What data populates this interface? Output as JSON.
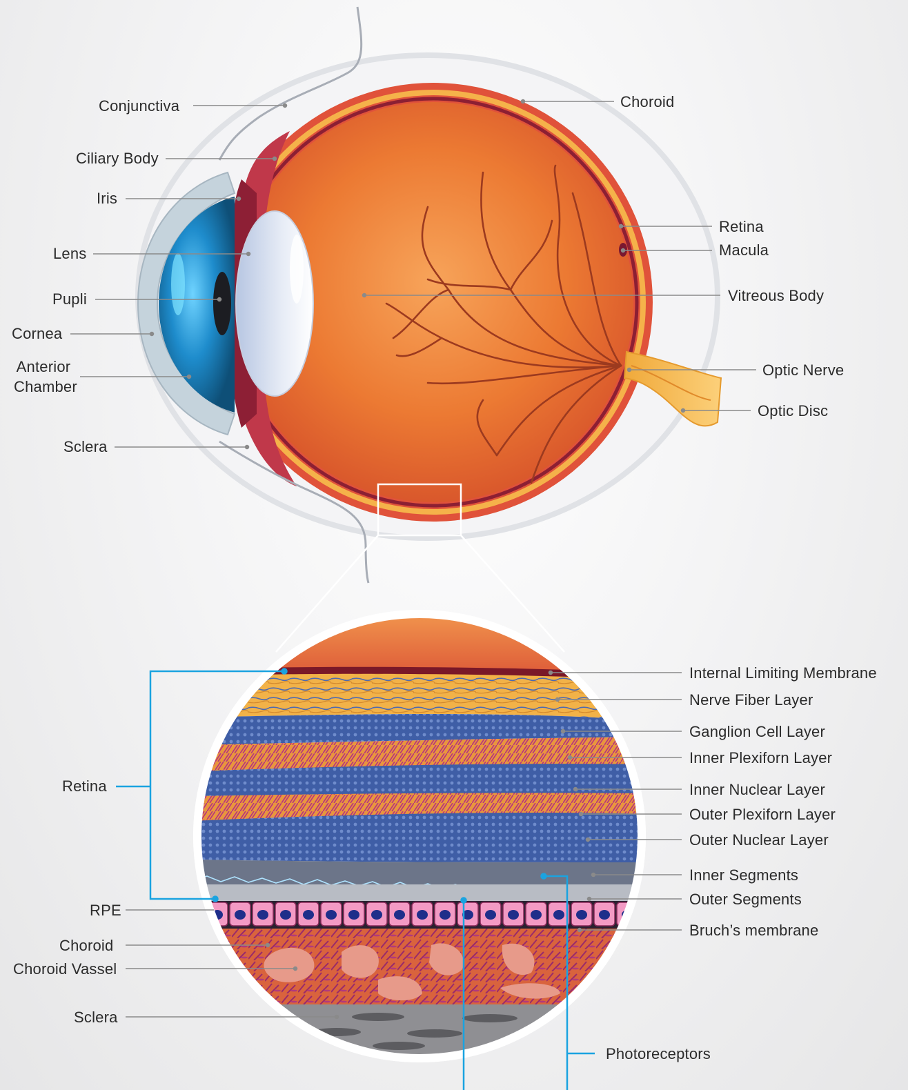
{
  "eye_labels": {
    "conjunctiva": "Conjunctiva",
    "ciliary_body": "Ciliary Body",
    "iris": "Iris",
    "lens": "Lens",
    "pupil": "Pupli",
    "cornea": "Cornea",
    "anterior_chamber_line1": "Anterior",
    "anterior_chamber_line2": "Chamber",
    "sclera": "Sclera",
    "choroid": "Choroid",
    "retina": "Retina",
    "macula": "Macula",
    "vitreous_body": "Vitreous Body",
    "optic_nerve": "Optic Nerve",
    "optic_disc": "Optic Disc"
  },
  "retina_labels": {
    "internal_limiting_membrane": "Internal Limiting Membrane",
    "nerve_fiber_layer": "Nerve Fiber Layer",
    "ganglion_cell_layer": "Ganglion Cell Layer",
    "inner_plexiform_layer": "Inner Plexiforn Layer",
    "inner_nuclear_layer": "Inner Nuclear Layer",
    "outer_plexiform_layer": "Outer Plexiforn Layer",
    "outer_nuclear_layer": "Outer Nuclear Layer",
    "inner_segments": "Inner Segments",
    "outer_segments": "Outer Segments",
    "bruchs_membrane": "Bruch’s membrane",
    "retina": "Retina",
    "rpe": "RPE",
    "choroid": "Choroid",
    "choroid_vessel": "Choroid Vassel",
    "sclera": "Sclera",
    "photoreceptors": "Photoreceptors"
  },
  "colors": {
    "leader": "#8a8a8a",
    "bracket": "#1aa3e0",
    "vitreous": "#e8672b",
    "iris": "#1c8fcf",
    "sclera": "#e4e6ea"
  }
}
